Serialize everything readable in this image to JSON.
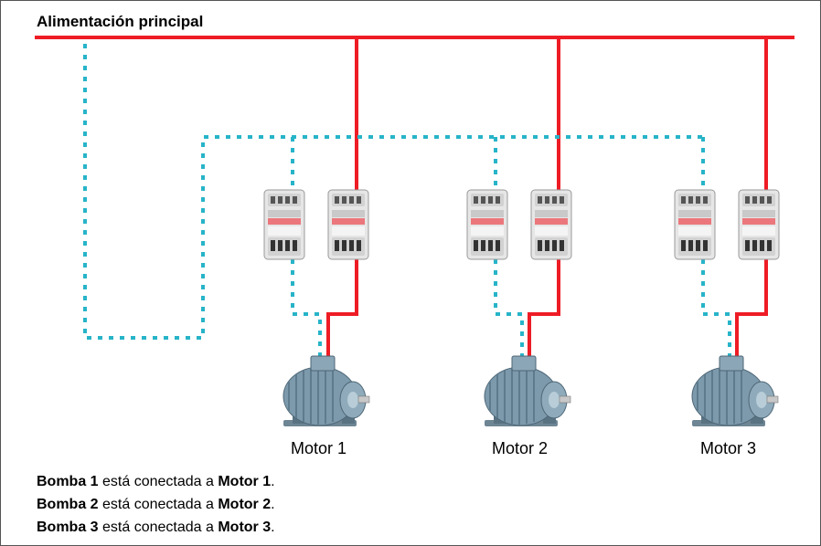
{
  "title": "Alimentación principal",
  "colors": {
    "power": "#ee1c25",
    "control": "#27b4c8"
  },
  "icons": {
    "contactor": "contactor-icon",
    "motor": "electric-motor-icon"
  },
  "motors": [
    {
      "label": "Motor 1"
    },
    {
      "label": "Motor 2"
    },
    {
      "label": "Motor 3"
    }
  ],
  "notes": [
    {
      "pump": "Bomba 1",
      "text": " está conectada a ",
      "motor": "Motor 1",
      "end": "."
    },
    {
      "pump": "Bomba 2",
      "text": " está conectada a ",
      "motor": "Motor 2",
      "end": "."
    },
    {
      "pump": "Bomba 3",
      "text": " está conectada a ",
      "motor": "Motor 3",
      "end": "."
    }
  ]
}
